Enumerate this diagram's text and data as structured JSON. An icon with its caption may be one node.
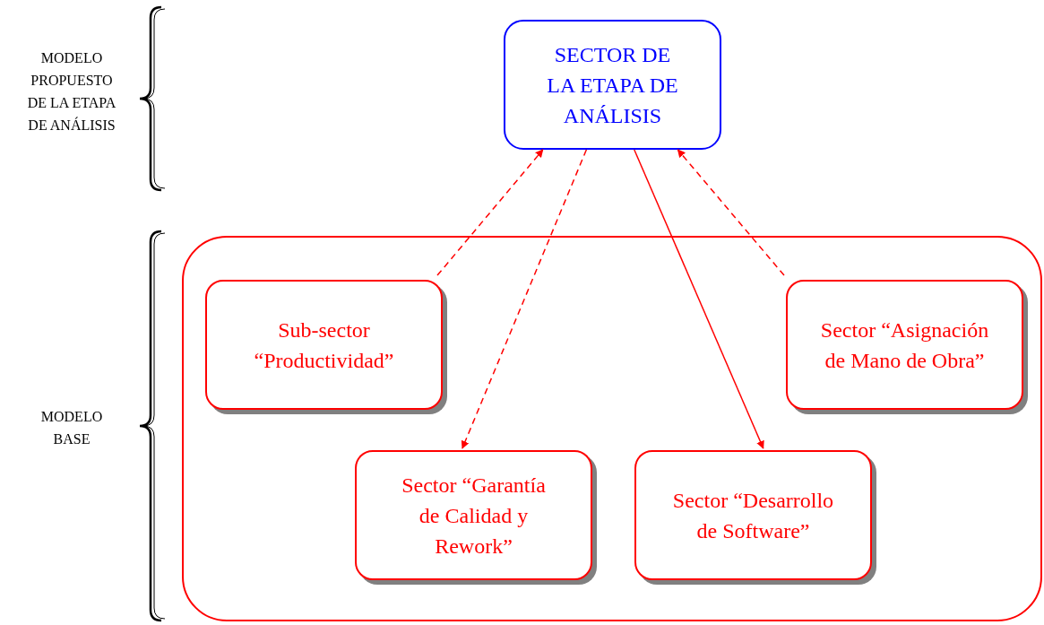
{
  "diagram": {
    "nodes": [
      {
        "text": [
          "SECTOR DE LA ETAPA DE ANÁLISIS"
        ]
      },
      {
        "text": [],
        "shape": "box"
      },
      {
        "text": [
          "Sub-sector “Productividad”"
        ],
        "in": 1
      },
      {
        "text": [
          "Sector “Asignación de Mano de Obra”"
        ],
        "in": 1
      },
      {
        "text": [
          "Sector “Garantía de Calidad y Rework”"
        ],
        "in": 1
      },
      {
        "text": [
          "Sector “Desarrollo de Software”"
        ],
        "in": 1
      }
    ],
    "edges": [
      {
        "from": 2,
        "to": 0,
        "arrow": "to",
        "style": "dashed"
      },
      {
        "from": 0,
        "to": 4,
        "arrow": "to",
        "style": "dashed"
      },
      {
        "from": 0,
        "to": 5,
        "arrow": "to"
      },
      {
        "from": 3,
        "to": 0,
        "arrow": "to",
        "style": "dashed"
      }
    ],
    "labels": [
      "MODELO PROPUESTO DE LA ETAPA DE ANÁLISIS",
      "MODELO BASE"
    ]
  }
}
